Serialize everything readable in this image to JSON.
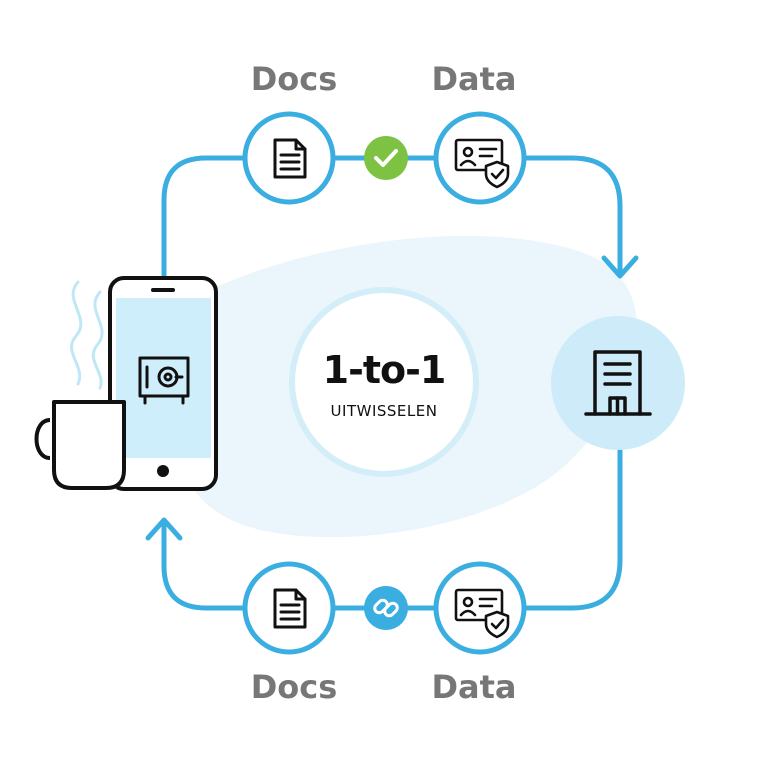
{
  "colors": {
    "flow_line": "#3aaee0",
    "blob": "#eaf6fc",
    "node_fill": "#ffffff",
    "building_circle": "#cdebf8",
    "phone_screen": "#cfeefb",
    "check_badge": "#7dc242",
    "link_badge": "#3aaee0",
    "icon_stroke": "#111111",
    "steam": "#bfe7f6"
  },
  "top_flow": {
    "docs_label": "Docs",
    "data_label": "Data",
    "docs_icon": "document-icon",
    "data_icon": "id-card-shield-icon",
    "badge_icon": "checkmark-icon"
  },
  "bottom_flow": {
    "docs_label": "Docs",
    "data_label": "Data",
    "docs_icon": "document-icon",
    "data_icon": "id-card-shield-icon",
    "badge_icon": "chain-link-icon"
  },
  "center": {
    "title": "1-to-1",
    "subtitle": "UITWISSELEN"
  },
  "left_actor": {
    "device_icon": "smartphone-icon",
    "screen_icon": "vault-safe-icon",
    "cup_icon": "coffee-mug-icon"
  },
  "right_actor": {
    "icon": "office-building-icon"
  }
}
